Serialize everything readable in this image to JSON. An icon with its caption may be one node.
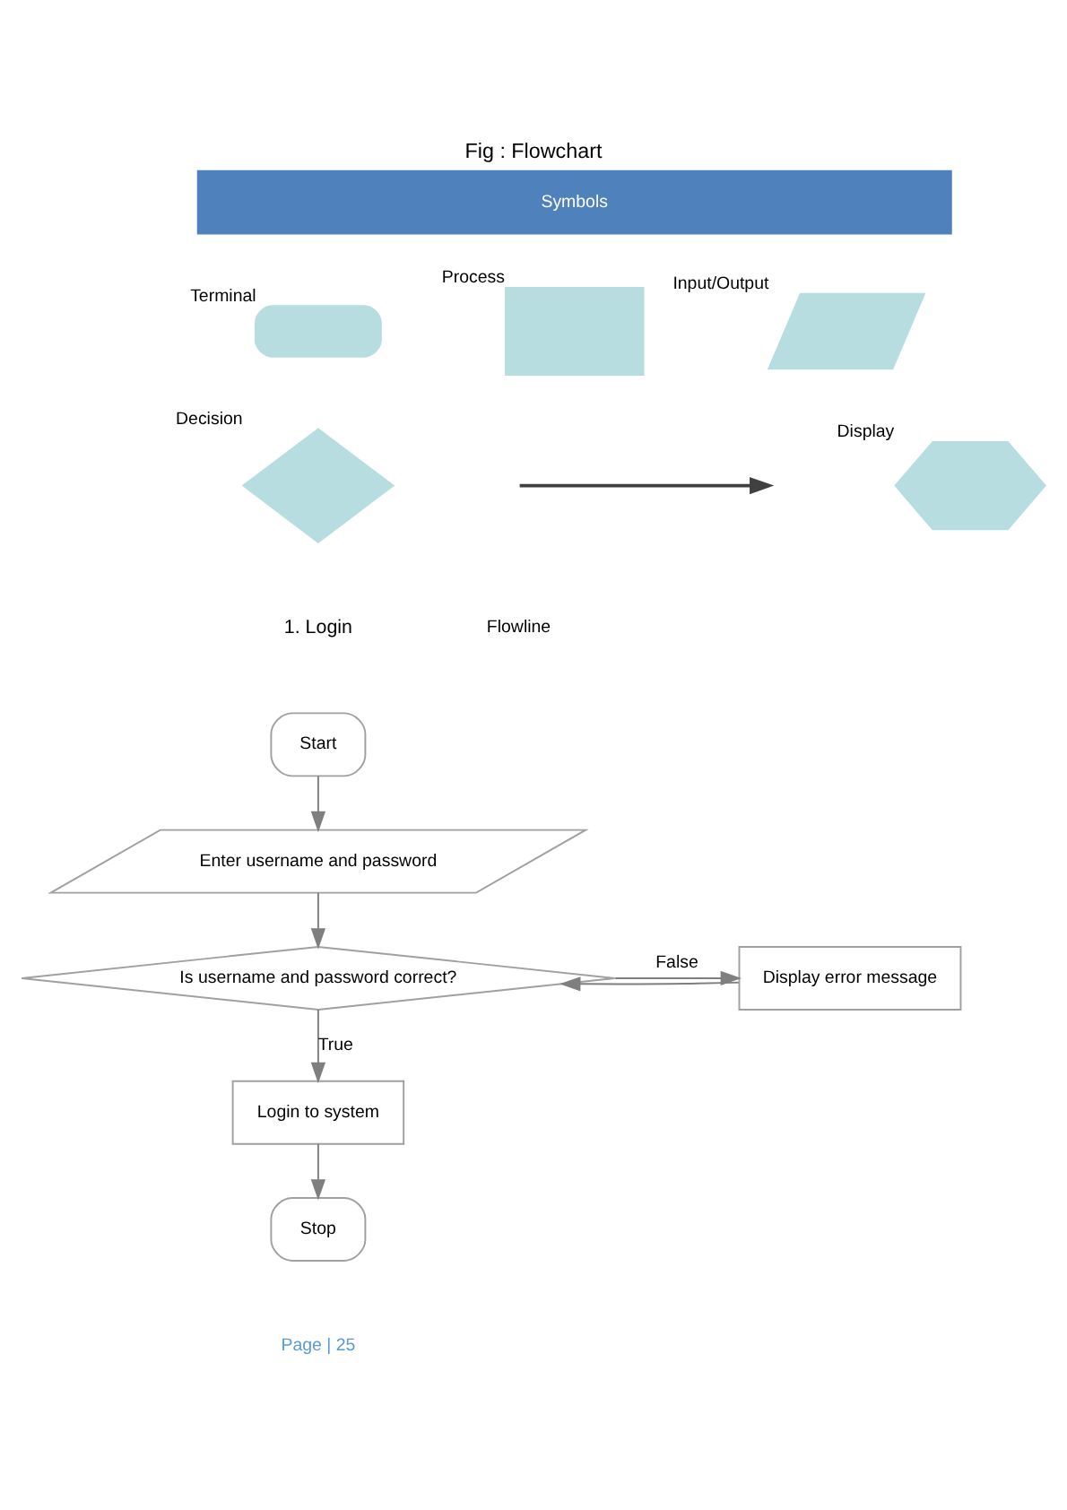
{
  "diagram": {
    "caption": "Fig : Flowchart",
    "nodes": [
      {
        "text": [
          "Symbols"
        ]
      },
      {
        "text": [],
        "shape": "box",
        "beside": [
          "Terminal"
        ]
      },
      {
        "text": [],
        "shape": "box",
        "beside": [
          "Process"
        ]
      },
      {
        "text": [],
        "shape": "parallelogram",
        "beside": [
          "Input/Output"
        ]
      },
      {
        "text": [],
        "shape": "diamond",
        "beside": [
          "Decision"
        ]
      },
      {
        "text": [],
        "shape": "hexagon",
        "beside": [
          "Display"
        ]
      },
      {
        "text": [
          "Start"
        ]
      },
      {
        "text": [
          "Enter username and password"
        ]
      },
      {
        "text": [
          "Is username and password correct?"
        ]
      },
      {
        "text": [
          "Display error message"
        ]
      },
      {
        "text": [
          "Login to system"
        ]
      },
      {
        "text": [
          "Stop"
        ]
      }
    ],
    "edges": [
      {
        "from": 6,
        "to": 7,
        "arrow": "to"
      },
      {
        "from": 7,
        "to": 8,
        "arrow": "to"
      },
      {
        "from": 8,
        "to": 9,
        "arrow": "to",
        "label": "False"
      },
      {
        "from": 9,
        "to": 8,
        "arrow": "to"
      },
      {
        "from": 8,
        "to": 10,
        "arrow": "to",
        "label": "True"
      },
      {
        "from": 10,
        "to": 11,
        "arrow": "to"
      }
    ],
    "labels": [
      "Flowline",
      "1. Login",
      "Page | 25"
    ]
  }
}
